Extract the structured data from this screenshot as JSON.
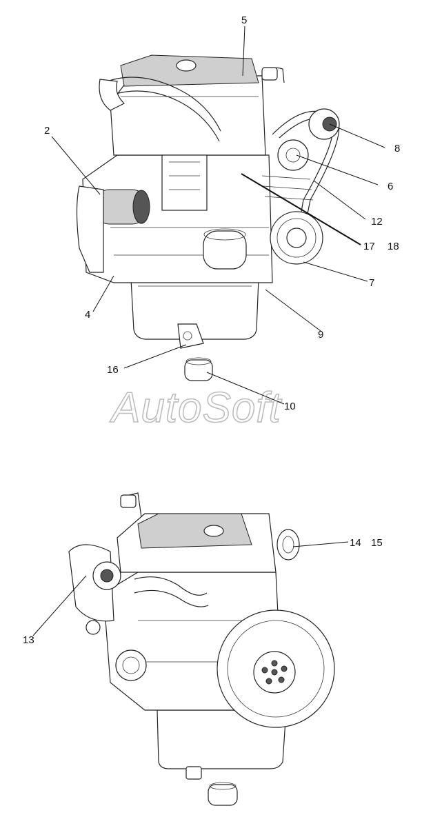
{
  "watermark": "AutoSoft",
  "callouts": {
    "c5": "5",
    "c2": "2",
    "c8": "8",
    "c6": "6",
    "c12": "12",
    "c17": "17",
    "c18": "18",
    "c7": "7",
    "c4": "4",
    "c9": "9",
    "c16": "16",
    "c10": "10",
    "c14": "14",
    "c15": "15",
    "c13": "13"
  }
}
